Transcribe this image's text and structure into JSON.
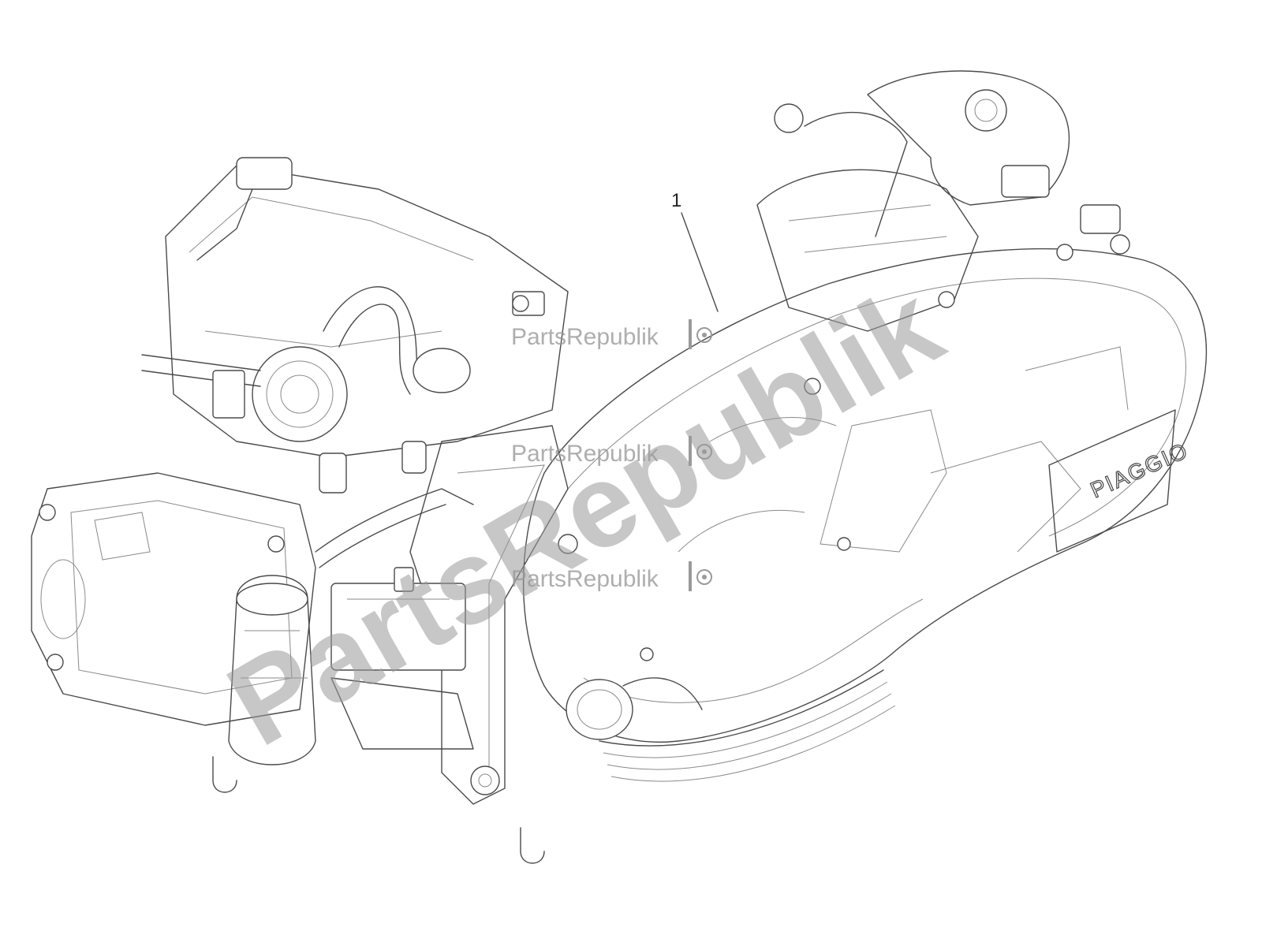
{
  "diagram": {
    "callouts": [
      {
        "label": "1"
      }
    ],
    "engine_brand": "PIAGGIO",
    "watermark": {
      "small_text": "PartsRepublik",
      "big_text": "PartsRepublik",
      "icon": "gear-icon",
      "color": "#9a9a9a"
    }
  }
}
